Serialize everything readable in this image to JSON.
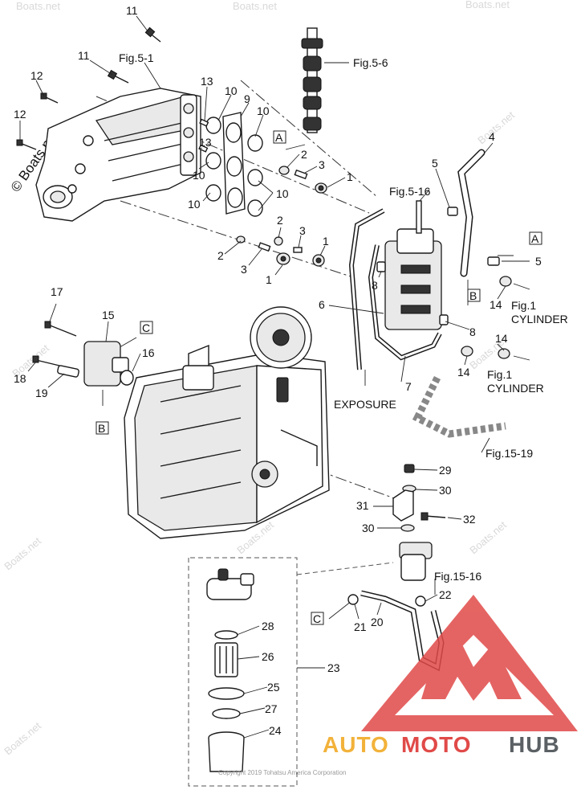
{
  "watermark": {
    "site": "© Boats.net",
    "faint": "Boats.net"
  },
  "brand": {
    "auto": "AUTO",
    "moto": "MOTO",
    "hub": "HUB",
    "accent": "#e04a48",
    "auto_color": "#f2b23a",
    "hub_color": "#5a6064"
  },
  "copyright": "Copyright 2019 Tohatsu America Corporation",
  "figrefs": {
    "f51": "Fig.5-1",
    "f56": "Fig.5-6",
    "f516": "Fig.5-16",
    "f1a": "Fig.1",
    "cyl_a": "CYLINDER",
    "f1b": "Fig.1",
    "cyl_b": "CYLINDER",
    "exposure": "EXPOSURE",
    "f1519": "Fig.15-19",
    "f1516": "Fig.15-16"
  },
  "boxes": {
    "a1": "A",
    "a2": "A",
    "b1": "B",
    "b2": "B",
    "c1": "C",
    "c2": "C"
  },
  "callouts": {
    "c11a": "11",
    "c11b": "11",
    "c12a": "12",
    "c12b": "12",
    "c13a": "13",
    "c13b": "13",
    "c10a": "10",
    "c10b": "10",
    "c10c": "10",
    "c10d": "10",
    "c9": "9",
    "c2a": "2",
    "c3a": "3",
    "c1a": "1",
    "c2b": "2",
    "c3b": "3",
    "c1b": "1",
    "c2c": "2",
    "c3c": "3",
    "c1c": "1",
    "c4": "4",
    "c5a": "5",
    "c5b": "5",
    "c6": "6",
    "c7": "7",
    "c8a": "8",
    "c8b": "8",
    "c14a": "14",
    "c14b": "14",
    "c14c": "14",
    "c15": "15",
    "c16": "16",
    "c17": "17",
    "c18": "18",
    "c19": "19",
    "c29": "29",
    "c30a": "30",
    "c30b": "30",
    "c31": "31",
    "c32": "32",
    "c20": "20",
    "c21": "21",
    "c22": "22",
    "c23": "23",
    "c24": "24",
    "c25": "25",
    "c26": "26",
    "c27": "27",
    "c28": "28"
  }
}
